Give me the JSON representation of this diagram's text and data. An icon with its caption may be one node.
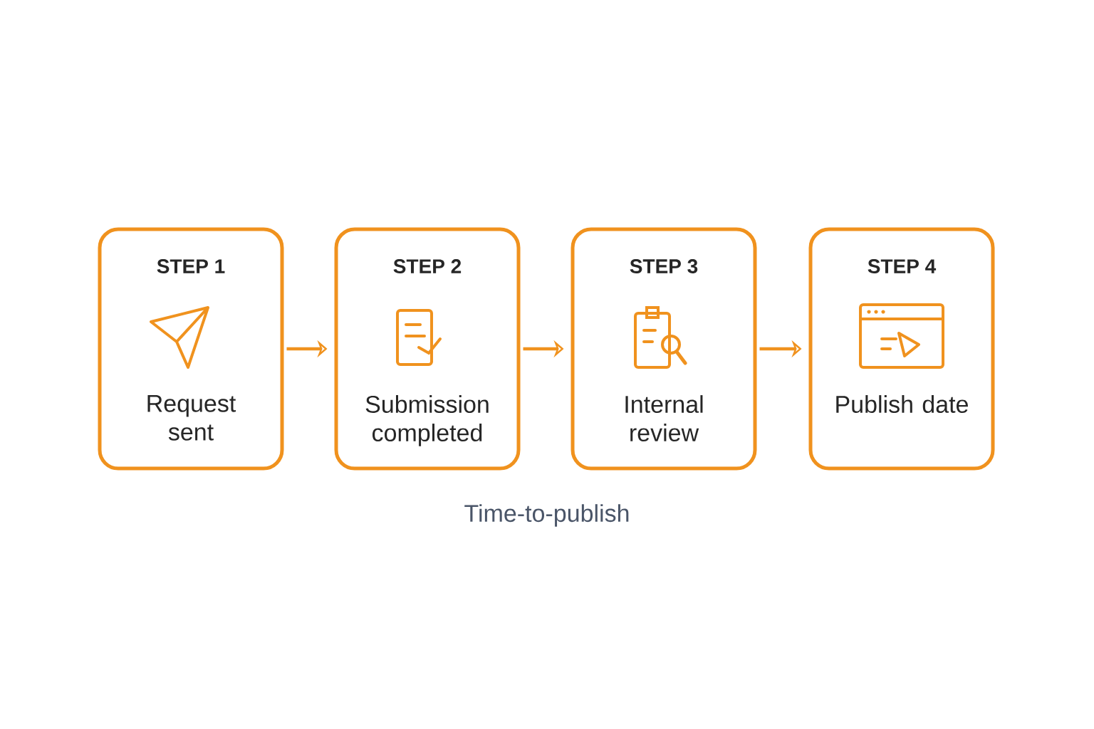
{
  "diagram": {
    "caption": "Time-to-publish",
    "nodes": [
      {
        "text": [
          "STEP 1",
          "Request sent"
        ]
      },
      {
        "text": [
          "STEP 2",
          "Submission completed"
        ]
      },
      {
        "text": [
          "STEP 3",
          "Internal review"
        ]
      },
      {
        "text": [
          "STEP 4",
          "Publish date"
        ]
      }
    ],
    "edges": [
      {
        "from": 0,
        "to": 1,
        "arrow": "to"
      },
      {
        "from": 1,
        "to": 2,
        "arrow": "to"
      },
      {
        "from": 2,
        "to": 3,
        "arrow": "to"
      }
    ]
  }
}
